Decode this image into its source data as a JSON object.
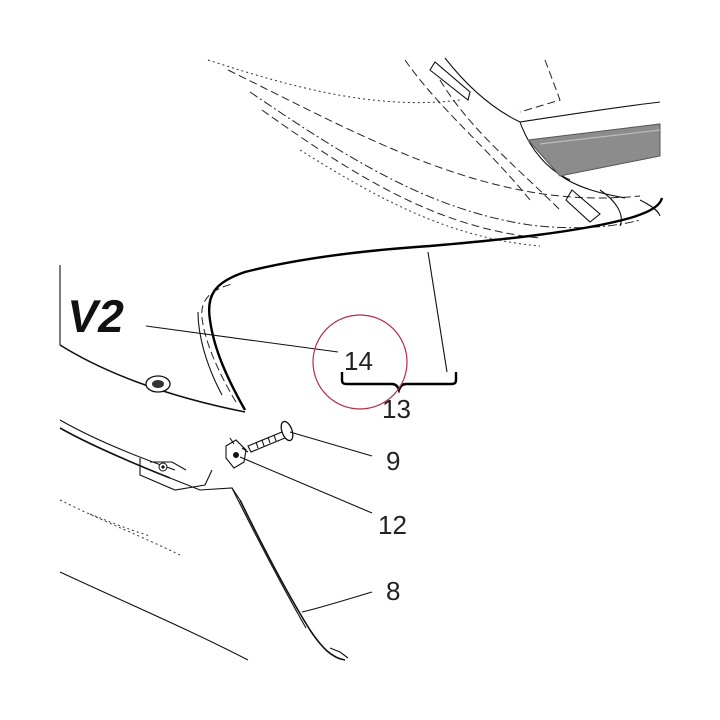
{
  "callouts": {
    "c14": "14",
    "c13": "13",
    "c9": "9",
    "c12": "12",
    "c8": "8"
  },
  "highlight_color": "#b03048",
  "badge_text": "V2"
}
